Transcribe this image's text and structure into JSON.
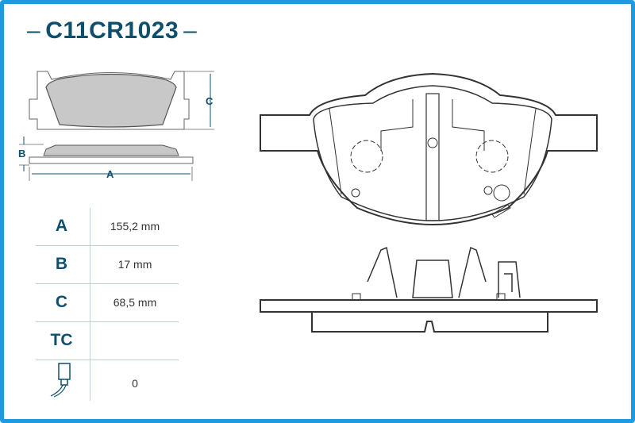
{
  "title": {
    "code": "C11CR1023",
    "dash": "–"
  },
  "dimension_labels": {
    "a": "A",
    "b": "B",
    "c": "C"
  },
  "specs": [
    {
      "label": "A",
      "value": "155,2 mm"
    },
    {
      "label": "B",
      "value": "17 mm"
    },
    {
      "label": "C",
      "value": "68,5 mm"
    },
    {
      "label": "TC",
      "value": ""
    },
    {
      "label": "",
      "icon": "wear-sensor-icon",
      "value": "0"
    }
  ],
  "colors": {
    "border": "#1e9be0",
    "title": "#0f4f6e",
    "pad_fill": "#c8c8c8"
  }
}
